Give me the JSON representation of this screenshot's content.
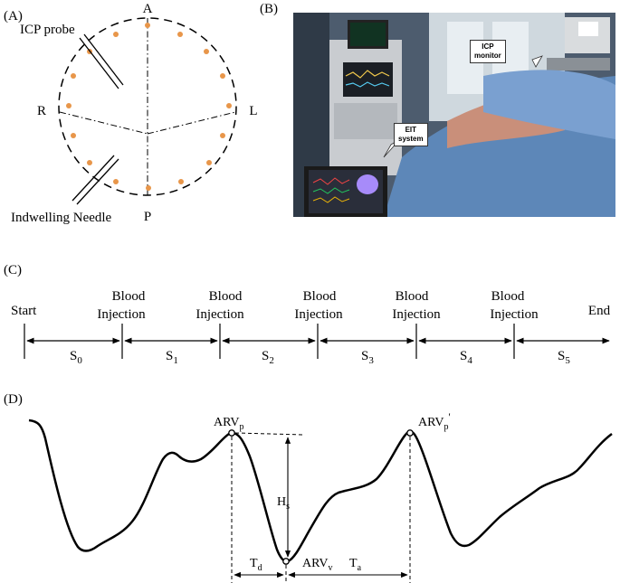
{
  "panel_a": {
    "label": "(A)",
    "orientation": {
      "anterior": "A",
      "posterior": "P",
      "right": "R",
      "left": "L"
    },
    "icp_probe_label": "ICP probe",
    "needle_label": "Indwelling Needle",
    "electrode_color": "#e8964a",
    "electrode_count": 16
  },
  "panel_b": {
    "label": "(B)",
    "icp_callout": [
      "ICP",
      "monitor"
    ],
    "eit_callout": [
      "EIT",
      "system"
    ]
  },
  "panel_c": {
    "label": "(C)",
    "start_label": "Start",
    "end_label": "End",
    "event_label": [
      "Blood",
      "Injection"
    ],
    "stage_prefix": "S",
    "stages": [
      "0",
      "1",
      "2",
      "3",
      "4",
      "5"
    ]
  },
  "panel_d": {
    "label": "(D)",
    "peak_label": "ARV",
    "peak_sub": "p",
    "peak2_prime": "'",
    "valley_label": "ARV",
    "valley_sub": "v",
    "height_label": "H",
    "height_sub": "s",
    "td_label": "T",
    "td_sub": "d",
    "ta_label": "T",
    "ta_sub": "a"
  }
}
